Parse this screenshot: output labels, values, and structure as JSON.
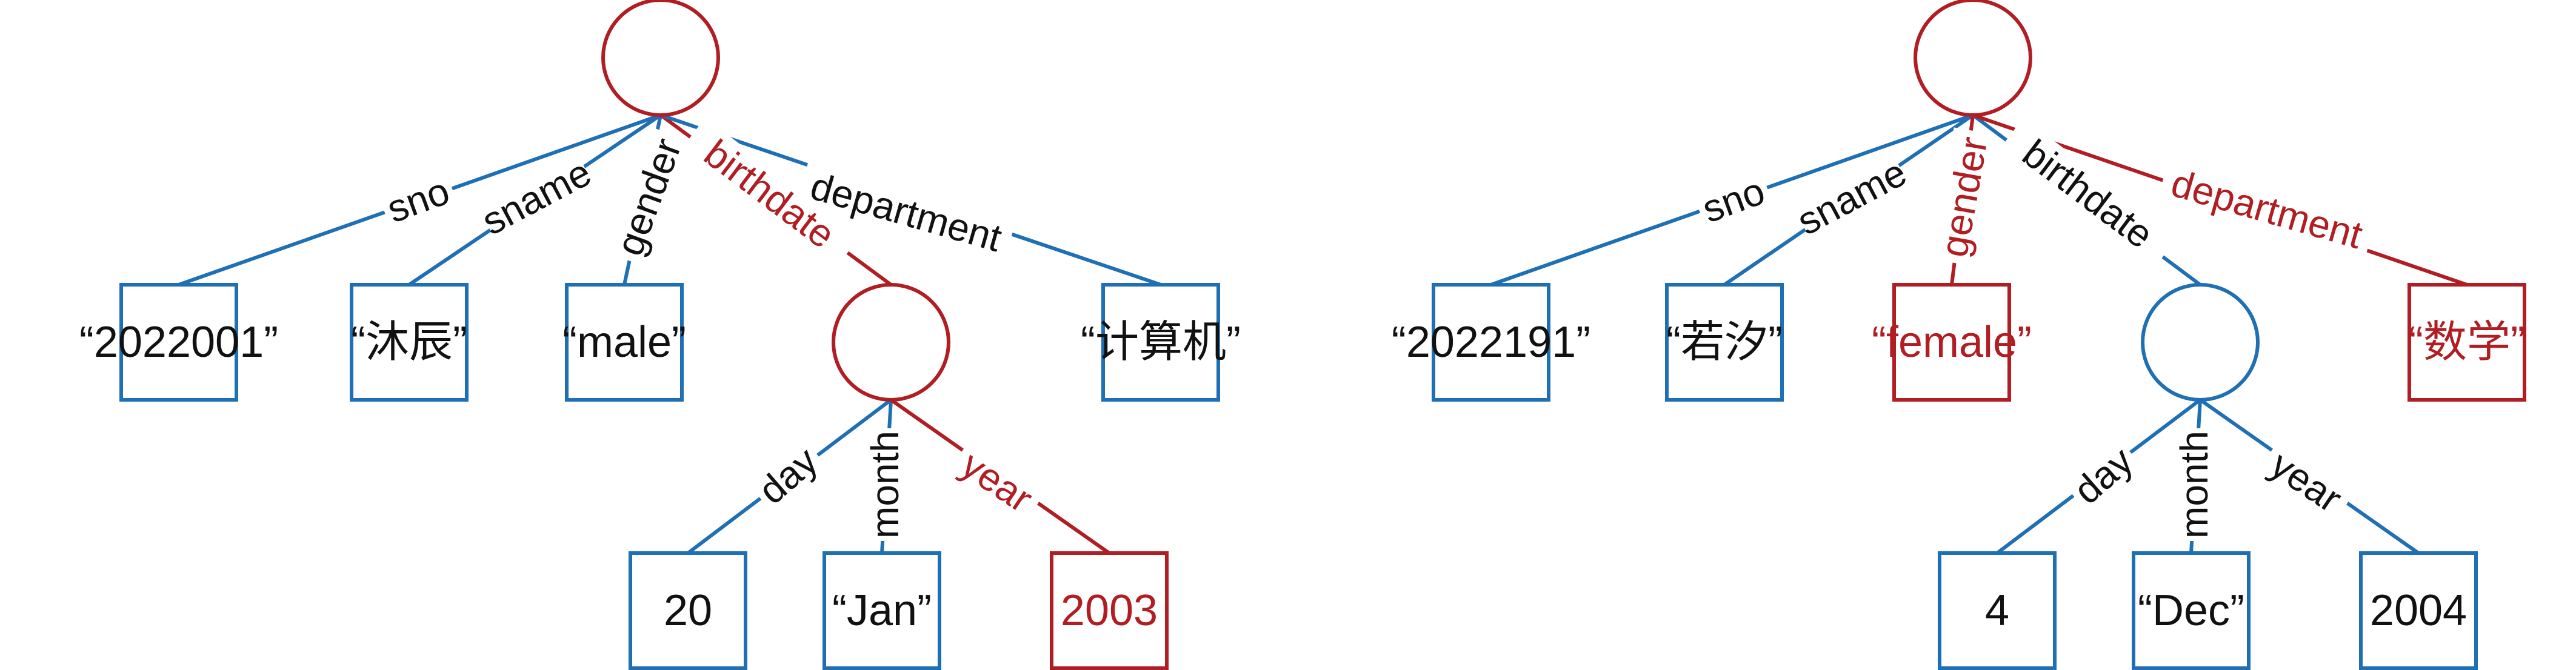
{
  "colors": {
    "normal": "#1F6FB4",
    "highlight": "#B01E23",
    "text": "#111111"
  },
  "trees": [
    {
      "root_highlight": true,
      "edges": [
        {
          "label": "sno",
          "highlight": false
        },
        {
          "label": "sname",
          "highlight": false
        },
        {
          "label": "gender",
          "highlight": false
        },
        {
          "label": "birthdate",
          "highlight": true
        },
        {
          "label": "department",
          "highlight": false
        }
      ],
      "leaves": [
        {
          "text": "“2022001”",
          "highlight": false
        },
        {
          "text": "“沐辰”",
          "highlight": false
        },
        {
          "text": "“male”",
          "highlight": false
        },
        {
          "text": "“计算机”",
          "highlight": false
        }
      ],
      "subnode_highlight": true,
      "sub_edges": [
        {
          "label": "day",
          "highlight": false
        },
        {
          "label": "month",
          "highlight": false
        },
        {
          "label": "year",
          "highlight": true
        }
      ],
      "sub_leaves": [
        {
          "text": "20",
          "highlight": false
        },
        {
          "text": "“Jan”",
          "highlight": false
        },
        {
          "text": "2003",
          "highlight": true
        }
      ]
    },
    {
      "root_highlight": true,
      "edges": [
        {
          "label": "sno",
          "highlight": false
        },
        {
          "label": "sname",
          "highlight": false
        },
        {
          "label": "gender",
          "highlight": true
        },
        {
          "label": "birthdate",
          "highlight": false
        },
        {
          "label": "department",
          "highlight": true
        }
      ],
      "leaves": [
        {
          "text": "“2022191”",
          "highlight": false
        },
        {
          "text": "“若汐”",
          "highlight": false
        },
        {
          "text": "“female”",
          "highlight": true
        },
        {
          "text": "“数学”",
          "highlight": true
        }
      ],
      "subnode_highlight": false,
      "sub_edges": [
        {
          "label": "day",
          "highlight": false
        },
        {
          "label": "month",
          "highlight": false
        },
        {
          "label": "year",
          "highlight": false
        }
      ],
      "sub_leaves": [
        {
          "text": "4",
          "highlight": false
        },
        {
          "text": "“Dec”",
          "highlight": false
        },
        {
          "text": "2004",
          "highlight": false
        }
      ]
    }
  ]
}
